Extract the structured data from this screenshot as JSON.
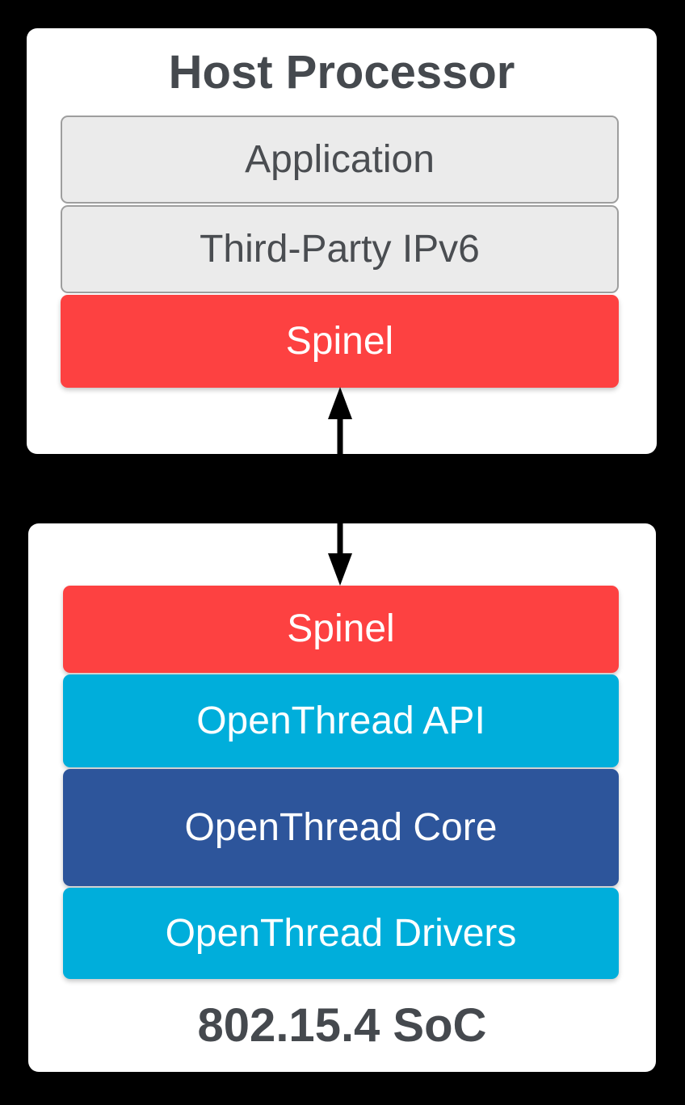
{
  "diagram": {
    "host_processor": {
      "title": "Host Processor",
      "layers": [
        {
          "label": "Application",
          "style": "gray"
        },
        {
          "label": "Third-Party IPv6",
          "style": "gray"
        },
        {
          "label": "Spinel",
          "style": "red"
        }
      ]
    },
    "arrow": {
      "type": "bidirectional-vertical",
      "color": "#000000"
    },
    "soc": {
      "title": "802.15.4 SoC",
      "layers": [
        {
          "label": "Spinel",
          "style": "red"
        },
        {
          "label": "OpenThread API",
          "style": "cyan"
        },
        {
          "label": "OpenThread Core",
          "style": "blue"
        },
        {
          "label": "OpenThread Drivers",
          "style": "cyan"
        }
      ]
    },
    "colors": {
      "background": "#000000",
      "card": "#FFFFFF",
      "red": "#FD4141",
      "cyan": "#00AEDB",
      "blue": "#2D559B",
      "gray_fill": "#EBEBEB",
      "gray_border": "#9E9E9E",
      "title_text": "#45494E",
      "gray_label_text": "#4A4D51",
      "white_label_text": "#FFFFFF"
    }
  }
}
